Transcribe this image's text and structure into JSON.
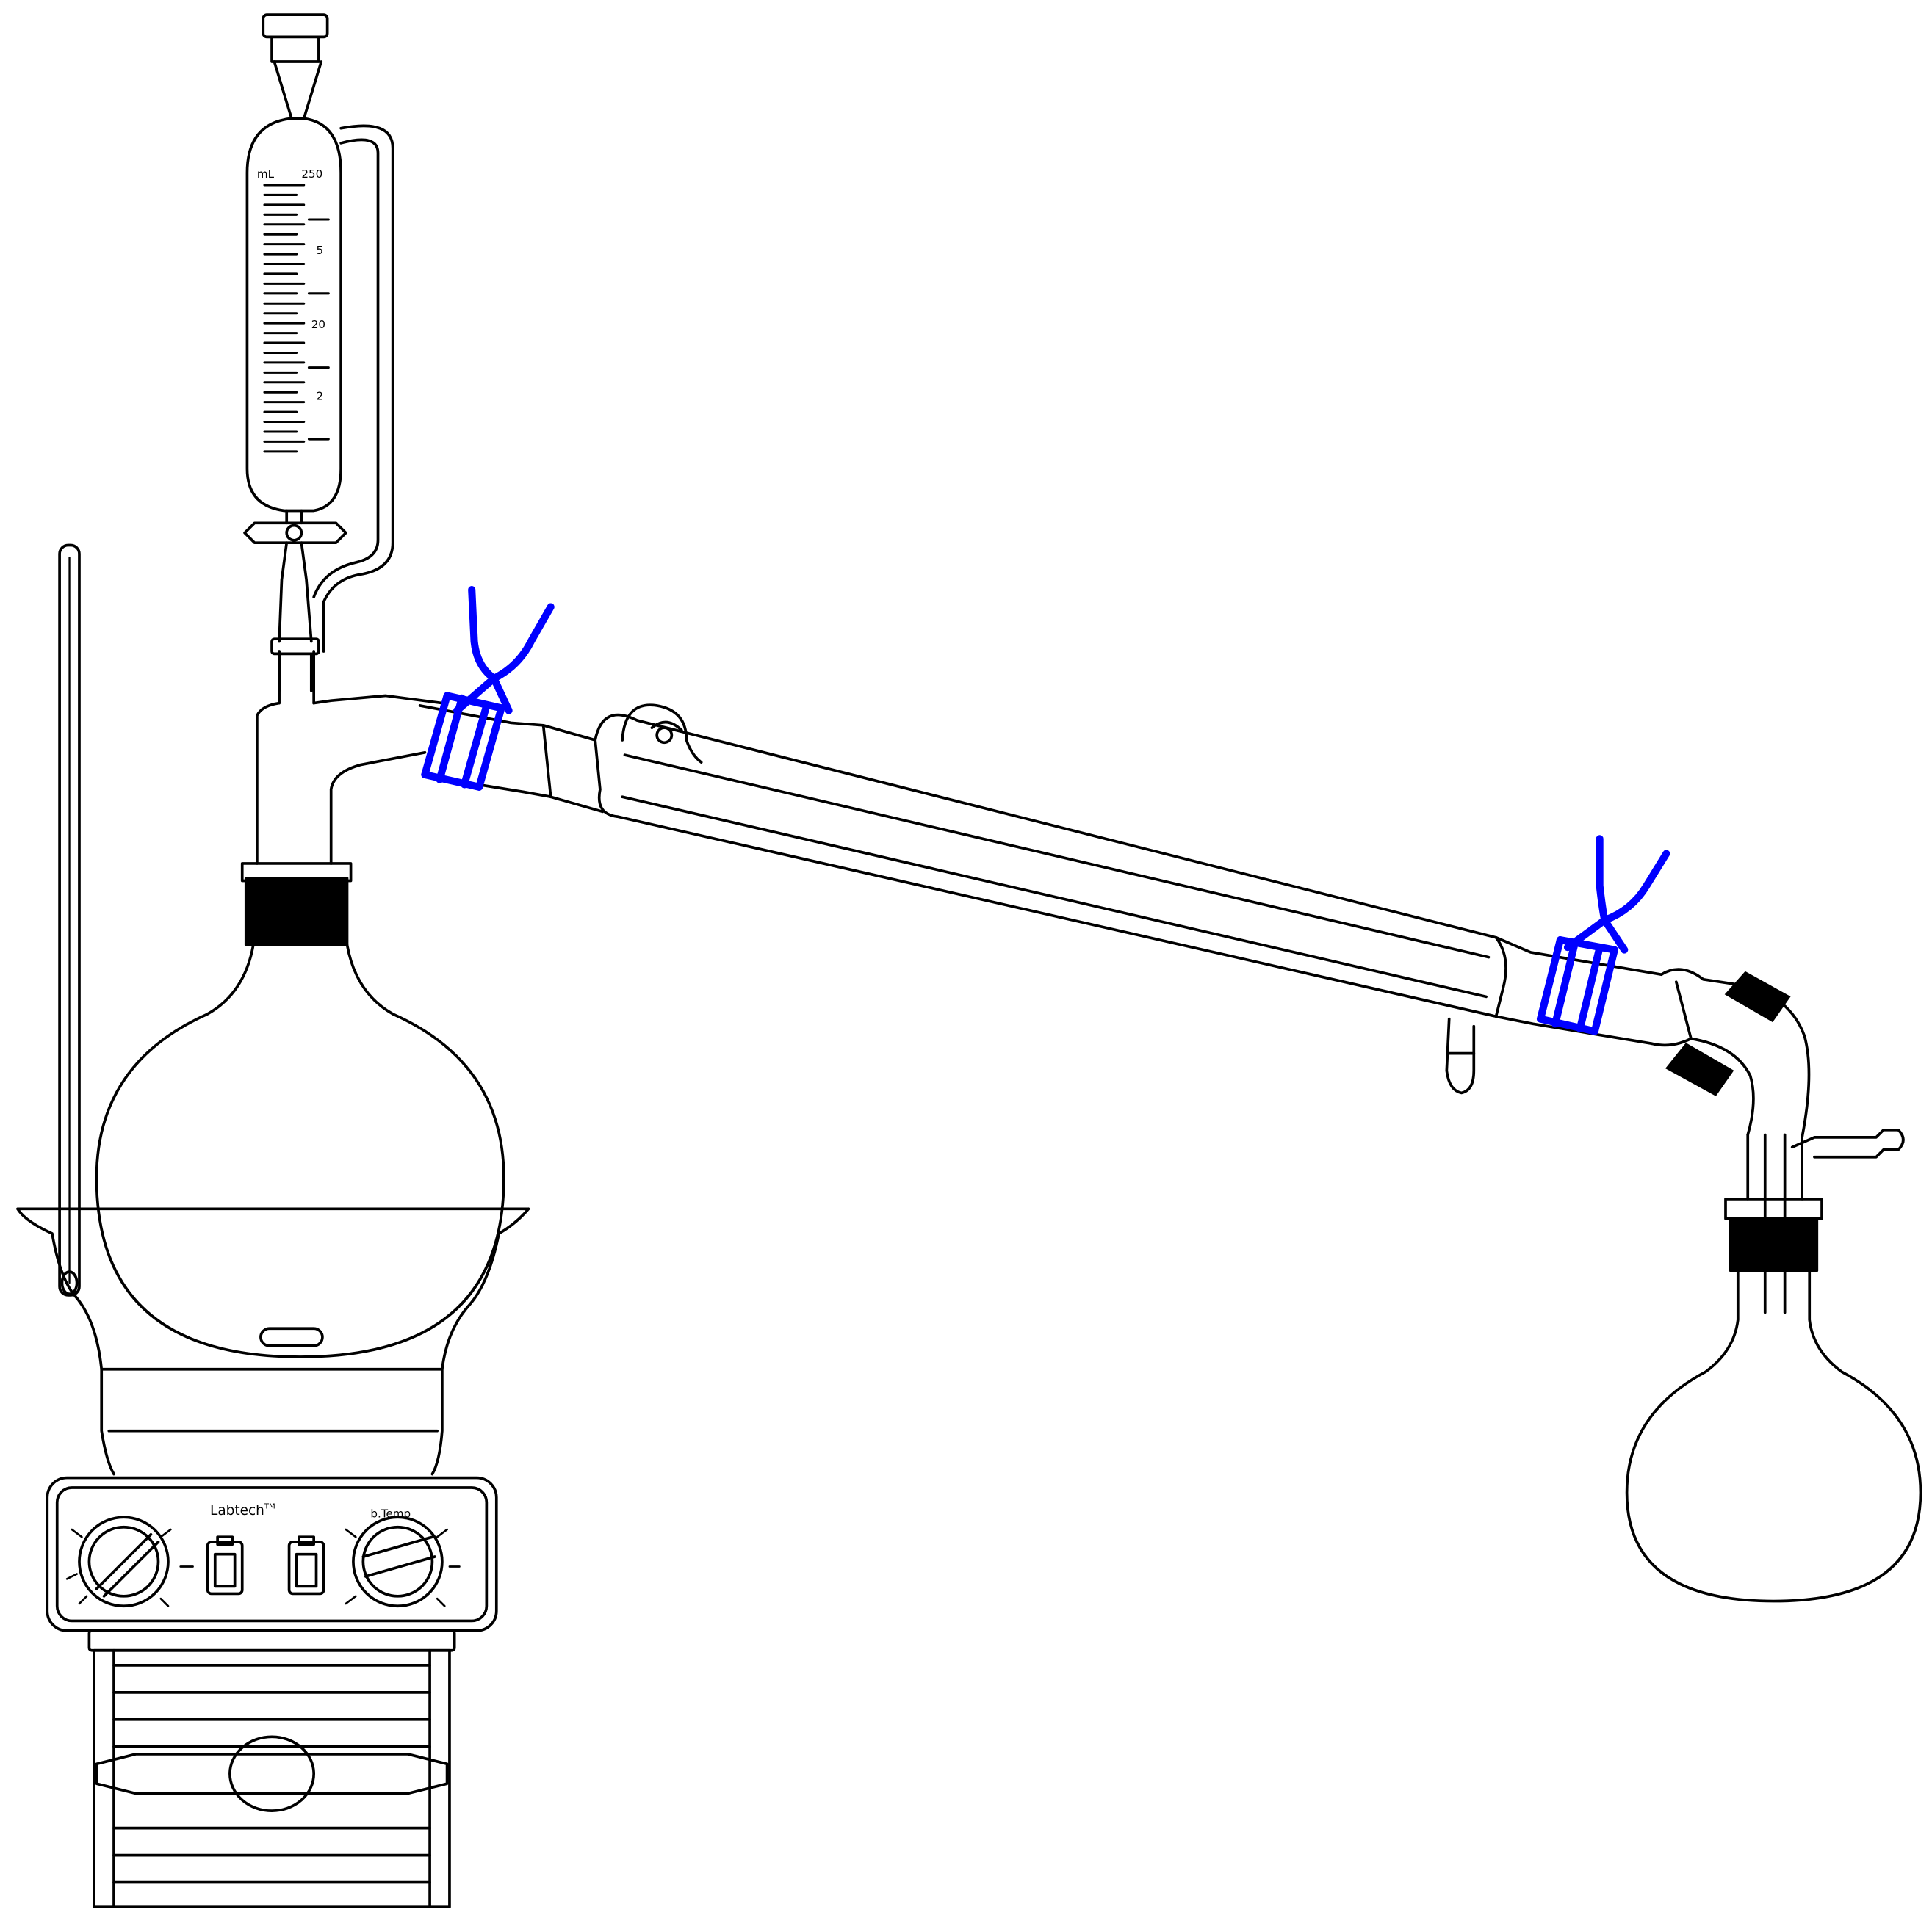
{
  "figure": {
    "description_type": "distillation apparatus line drawing",
    "colors": {
      "background": "#ffffff",
      "line": "#000000",
      "clamp": "#0000ff",
      "sleeve": "#000000"
    }
  },
  "funnel": {
    "scale_unit": "mL",
    "scale_max": "250",
    "scale_labels": [
      "5",
      "20",
      "2"
    ]
  },
  "mantle": {
    "brand": "Labtech",
    "trademark": "TM",
    "right_label": "b.Temp"
  },
  "icons": {
    "clamp": "three-finger-clamp-icon",
    "knob": "control-knob-icon",
    "switch": "rocker-switch-icon",
    "thermometer": "thermometer-icon"
  }
}
